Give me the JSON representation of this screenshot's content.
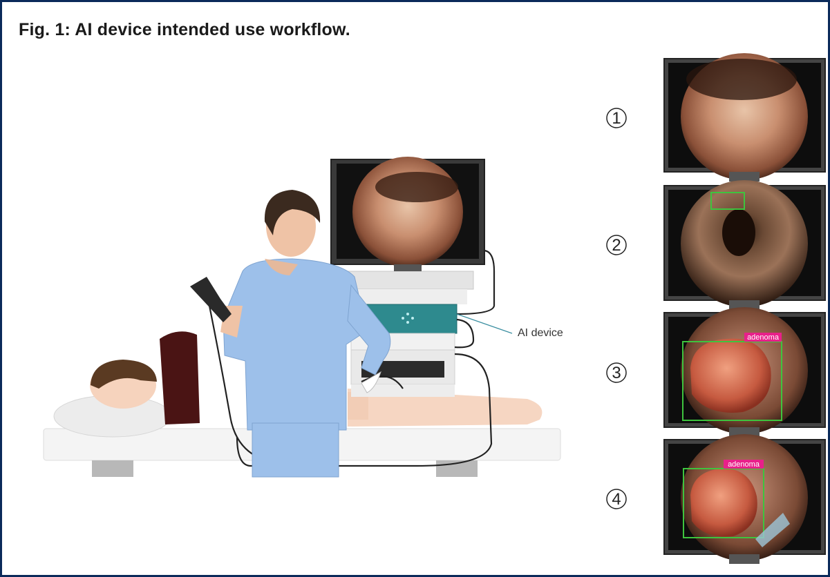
{
  "figure": {
    "title": "Fig. 1: AI device intended use workflow.",
    "callout_label": "AI device",
    "steps": [
      {
        "number": "1",
        "label": ""
      },
      {
        "number": "2",
        "label": ""
      },
      {
        "number": "3",
        "label": "adenoma"
      },
      {
        "number": "4",
        "label": "adenoma"
      }
    ],
    "colors": {
      "border": "#0b2a5a",
      "scrubs": "#9dc0ea",
      "detection_box": "#3ec43e",
      "label_badge": "#e8208a"
    }
  }
}
